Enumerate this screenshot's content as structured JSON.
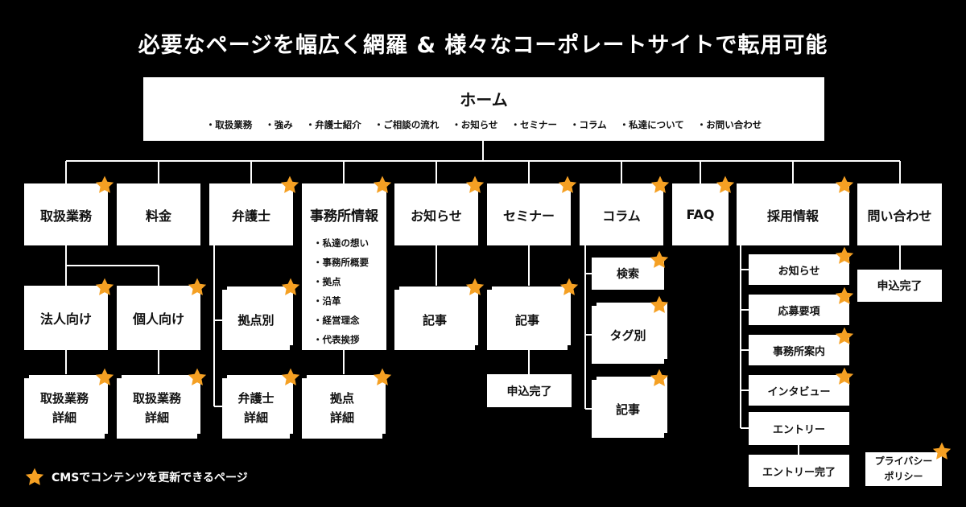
{
  "title": "必要なページを幅広く網羅 & 様々なコーポレートサイトで転用可能",
  "home": {
    "label": "ホーム",
    "sections": [
      "・取扱業務",
      "・強み",
      "・弁護士紹介",
      "・ご相談の流れ",
      "・お知らせ",
      "・セミナー",
      "・コラム",
      "・私達について",
      "・お問い合わせ"
    ]
  },
  "pages": {
    "services": "取扱業務",
    "corporate": "法人向け",
    "individual": "個人向け",
    "service_detail_a": "取扱業務\n詳細",
    "service_detail_b": "取扱業務\n詳細",
    "fees": "料金",
    "lawyers": "弁護士",
    "by_office": "拠点別",
    "lawyer_detail": "弁護士\n詳細",
    "office_info": "事務所情報",
    "office_items": [
      "・私達の想い",
      "・事務所概要",
      "・拠点",
      "・沿革",
      "・経営理念",
      "・代表挨拶"
    ],
    "branch_detail": "拠点\n詳細",
    "news": "お知らせ",
    "news_article": "記事",
    "seminar": "セミナー",
    "seminar_article": "記事",
    "seminar_done": "申込完了",
    "column": "コラム",
    "column_search": "検索",
    "column_tags": "タグ別",
    "column_article": "記事",
    "faq": "FAQ",
    "recruit": "採用情報",
    "recruit_news": "お知らせ",
    "recruit_requirements": "応募要項",
    "recruit_office": "事務所案内",
    "recruit_interview": "インタビュー",
    "recruit_entry": "エントリー",
    "recruit_entry_done": "エントリー完了",
    "contact": "問い合わせ",
    "contact_done": "申込完了",
    "privacy": "プライバシー\nポリシー"
  },
  "legend": {
    "label": "CMSでコンテンツを更新できるページ",
    "icon": "star-icon"
  },
  "colors": {
    "background": "#000000",
    "box": "#ffffff",
    "star": "#f5a023",
    "line": "#ffffff"
  }
}
